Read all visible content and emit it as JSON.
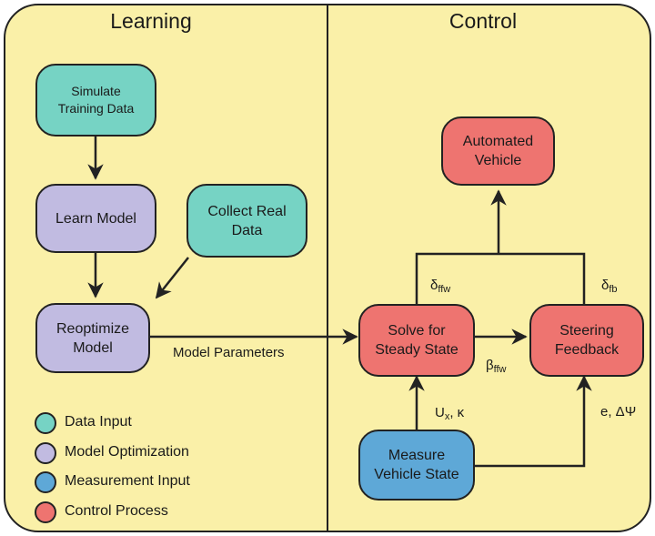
{
  "sections": {
    "learning": "Learning",
    "control": "Control"
  },
  "nodes": {
    "simulate": "Simulate\nTraining Data",
    "learn": "Learn Model",
    "collect": "Collect Real\nData",
    "reoptimize": "Reoptimize\nModel",
    "automated": "Automated\nVehicle",
    "solve": "Solve for\nSteady State",
    "steering": "Steering\nFeedback",
    "measure": "Measure\nVehicle State"
  },
  "edge_labels": {
    "model_parameters": "Model Parameters",
    "delta_ffw": {
      "base": "δ",
      "sub": "ffw"
    },
    "delta_fb": {
      "base": "δ",
      "sub": "fb"
    },
    "beta_ffw": {
      "base": "β",
      "sub": "ffw"
    },
    "ux_kappa": {
      "base": "U",
      "sub": "x",
      "rest": ", κ"
    },
    "e_dpsi": "e, ΔΨ"
  },
  "legend": [
    {
      "label": "Data Input",
      "color": "#76d3c4"
    },
    {
      "label": "Model Optimization",
      "color": "#c1bbe1"
    },
    {
      "label": "Measurement Input",
      "color": "#5ea8d7"
    },
    {
      "label": "Control Process",
      "color": "#ee7470"
    }
  ],
  "colors": {
    "background": "#faf0a8",
    "data_input": "#76d3c4",
    "model_optimization": "#c1bbe1",
    "measurement_input": "#5ea8d7",
    "control_process": "#ee7470",
    "stroke": "#222222"
  }
}
